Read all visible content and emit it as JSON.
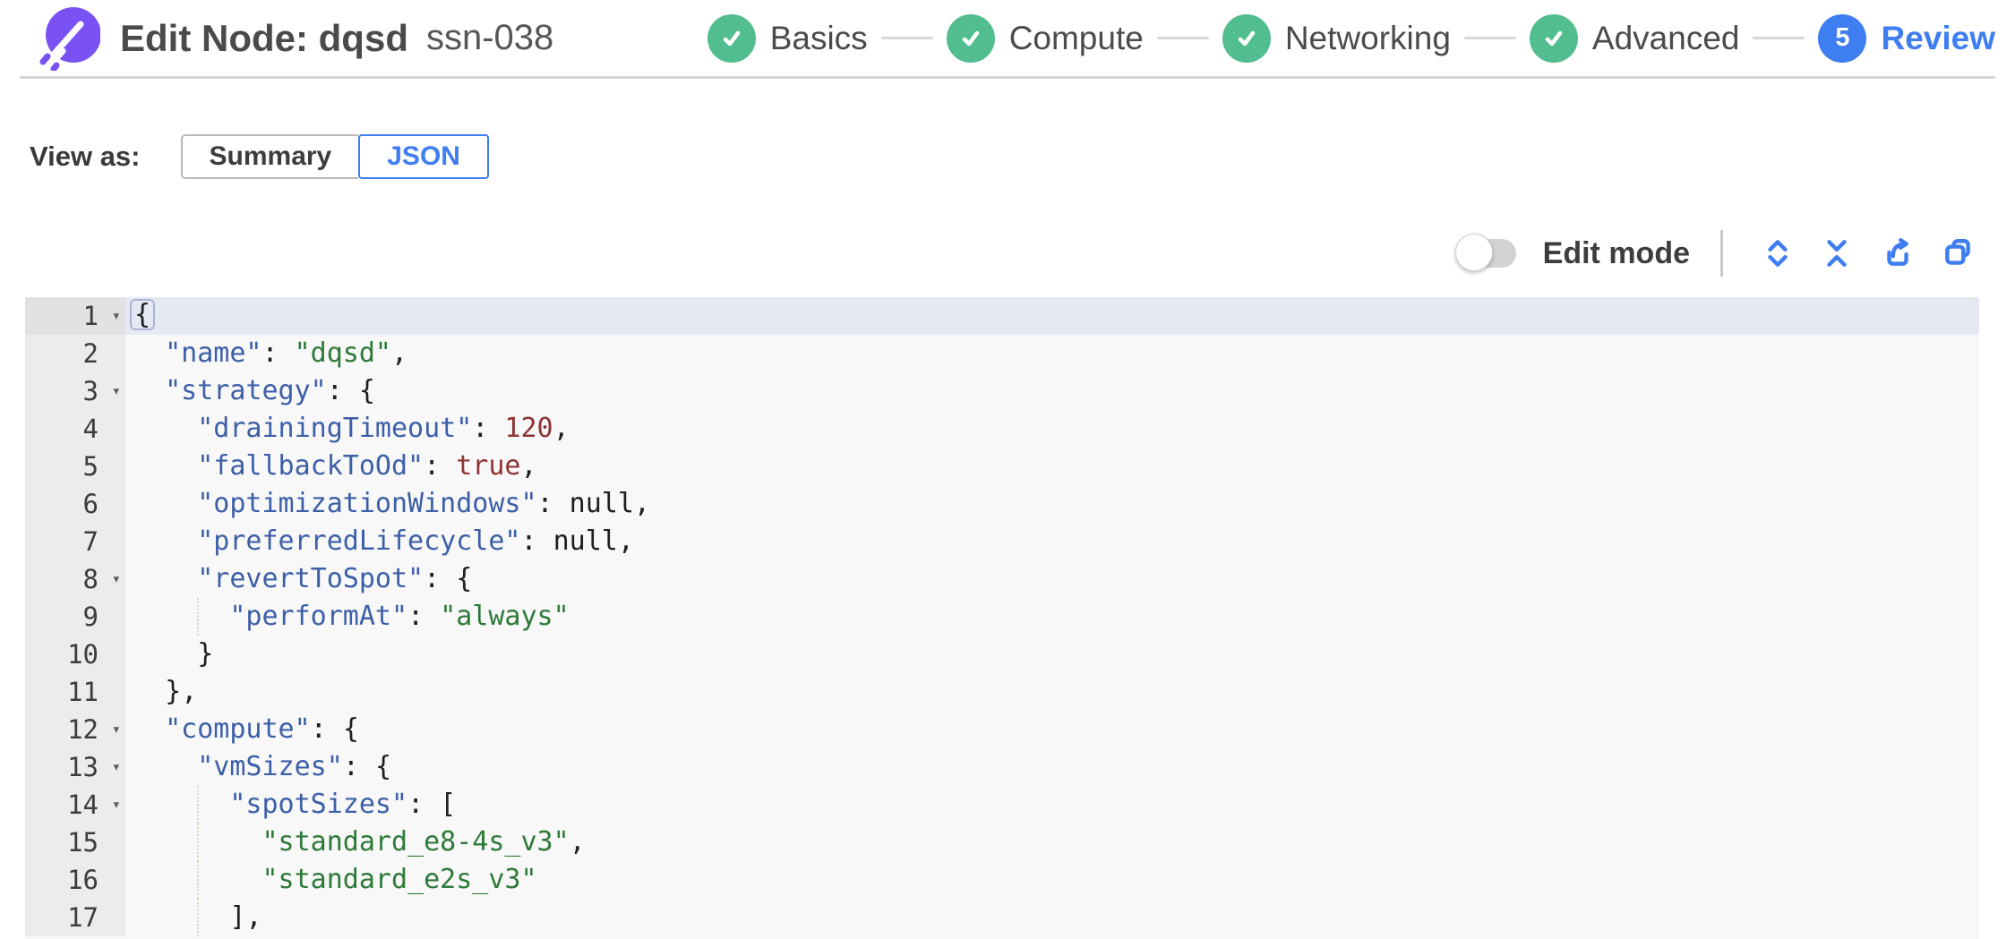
{
  "header": {
    "title": "Edit Node: dqsd",
    "subtitle": "ssn-038",
    "steps": [
      {
        "label": "Basics",
        "state": "complete"
      },
      {
        "label": "Compute",
        "state": "complete"
      },
      {
        "label": "Networking",
        "state": "complete"
      },
      {
        "label": "Advanced",
        "state": "complete"
      },
      {
        "label": "Review",
        "state": "current",
        "number": "5"
      }
    ]
  },
  "view_as": {
    "label": "View as:",
    "options": [
      {
        "label": "Summary",
        "selected": false
      },
      {
        "label": "JSON",
        "selected": true
      }
    ]
  },
  "toolbar": {
    "edit_mode_label": "Edit mode",
    "edit_mode_on": false,
    "icons": [
      "expand-icon",
      "collapse-icon",
      "export-icon",
      "copy-icon"
    ]
  },
  "editor": {
    "active_line": 1,
    "fold_lines": [
      1,
      3,
      8,
      12,
      13,
      14
    ],
    "lines": [
      "{",
      "  \"name\": \"dqsd\",",
      "  \"strategy\": {",
      "    \"drainingTimeout\": 120,",
      "    \"fallbackToOd\": true,",
      "    \"optimizationWindows\": null,",
      "    \"preferredLifecycle\": null,",
      "    \"revertToSpot\": {",
      "      \"performAt\": \"always\"",
      "    }",
      "  },",
      "  \"compute\": {",
      "    \"vmSizes\": {",
      "      \"spotSizes\": [",
      "        \"standard_e8-4s_v3\",",
      "        \"standard_e2s_v3\"",
      "      ],"
    ]
  },
  "colors": {
    "accent": "#3e7ef0",
    "step_complete_green": "#52bd8e",
    "logo_purple": "#7a52f4",
    "json_key_blue": "#3c5fa8",
    "json_string_green": "#2d7a38",
    "json_number_red": "#8e3434",
    "editor_background": "#f8f8f8",
    "active_line_background": "#e5e9f2"
  }
}
